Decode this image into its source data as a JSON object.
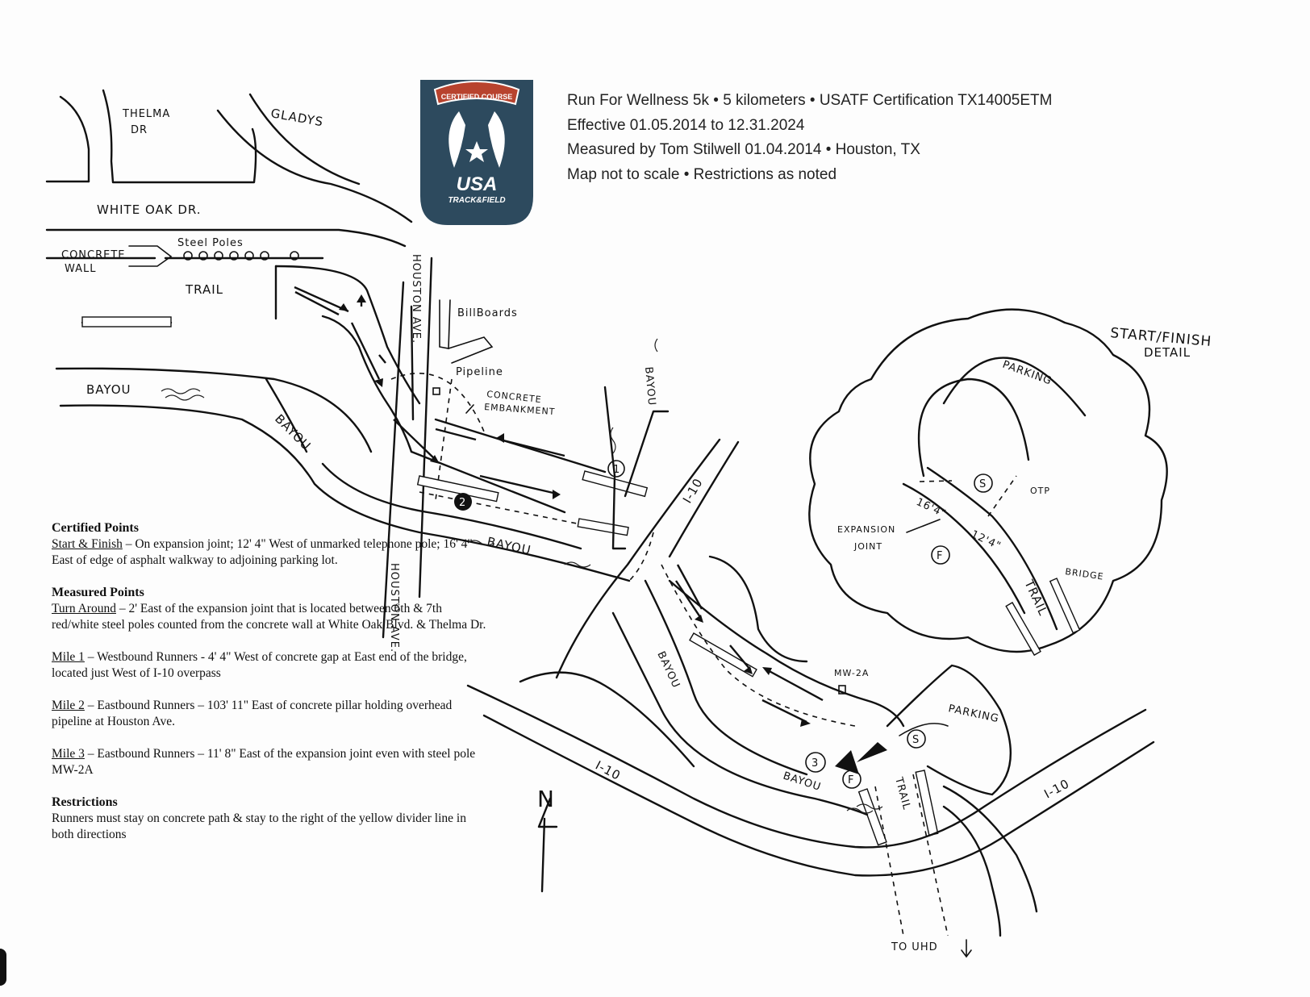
{
  "header": {
    "line1": "Run For Wellness 5k • 5 kilometers • USATF Certification TX14005ETM",
    "line2": "Effective 01.05.2014 to 12.31.2024",
    "line3": "Measured by Tom Stilwell 01.04.2014 • Houston, TX",
    "line4": "Map not to scale • Restrictions as noted"
  },
  "logo": {
    "banner": "CERTIFIED COURSE",
    "word": "USA",
    "sub": "TRACK&FIELD",
    "colors": {
      "shield": "#2d4a5e",
      "banner": "#b8432e",
      "text": "#ffffff"
    }
  },
  "map_labels": {
    "thelma": "THELMA",
    "thelma_dr": "DR",
    "gladys": "GLADYS",
    "white_oak": "WHITE OAK DR.",
    "concrete": "CONCRETE",
    "wall": "WALL",
    "steel_poles": "Steel Poles",
    "trail_west": "TRAIL",
    "houston_ave_north": "HOUSTON AVE.",
    "billboards": "BillBoards",
    "pipeline": "Pipeline",
    "concrete_embankment_1": "CONCRETE",
    "concrete_embankment_2": "EMBANKMENT",
    "bayou_west": "BAYOU",
    "bayou_diag": "BAYOU",
    "bayou_vertical": "BAYOU",
    "bayou_mid": "BAYOU",
    "houston_ave_south": "HOUSTON AVE.",
    "i10_north": "I-10",
    "bayou_lower": "BAYOU",
    "bayou_bottom": "BAYOU",
    "mw2a": "MW-2A",
    "i10_west": "I-10",
    "i10_east": "I-10",
    "trail_south": "TRAIL",
    "parking_south": "PARKING",
    "to_uhd": "TO UHD",
    "north": "N",
    "marker_1": "1",
    "marker_2": "2",
    "marker_3": "3",
    "marker_s": "S",
    "marker_f": "F"
  },
  "detail": {
    "title1": "START/FINISH",
    "title2": "DETAIL",
    "parking": "PARKING",
    "start": "S",
    "finish": "F",
    "otp": "OTP",
    "dist_west": "16'4\"",
    "dist_east": "12'4\"",
    "expansion1": "EXPANSION",
    "expansion2": "JOINT",
    "bridge": "BRIDGE",
    "trail": "TRAIL"
  },
  "notes": {
    "certified_title": "Certified Points",
    "start_finish_label": "Start & Finish",
    "start_finish_text": " – On expansion joint; 12' 4\" West of unmarked telephone pole; 16' 4\" East of edge of asphalt walkway to adjoining parking lot.",
    "measured_title": "Measured Points",
    "turn_label": "Turn Around",
    "turn_text": " – 2' East of the expansion joint that is located between 6th & 7th red/white steel poles counted from the concrete wall at White Oak Blvd. & Thelma Dr.",
    "mile1_label": "Mile 1",
    "mile1_text": " – Westbound Runners - 4' 4\" West of concrete gap at East end of the bridge, located just West of I-10 overpass",
    "mile2_label": "Mile 2",
    "mile2_text": " – Eastbound Runners – 103' 11\" East of concrete pillar holding overhead pipeline at Houston Ave.",
    "mile3_label": "Mile 3",
    "mile3_text": " – Eastbound Runners – 11' 8\" East of the expansion joint even with steel pole MW-2A",
    "restrictions_title": "Restrictions",
    "restrictions_text": "Runners must stay on concrete path & stay to the right of the yellow divider line in both directions"
  }
}
